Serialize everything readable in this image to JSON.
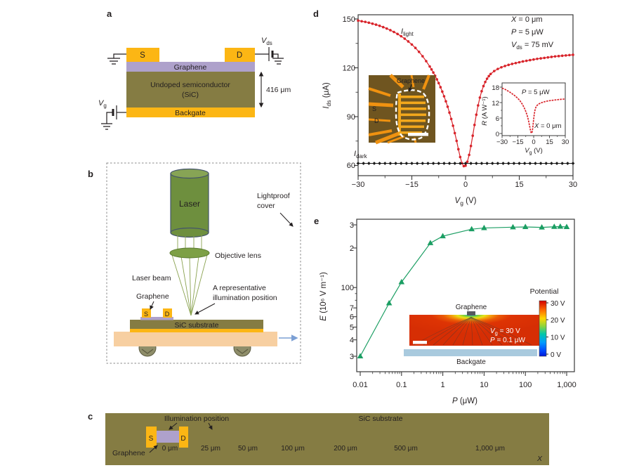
{
  "panels": {
    "a": {
      "label": "a",
      "s": "S",
      "d": "D",
      "graphene": "Graphene",
      "semiconductor_line1": "Undoped semiconductor",
      "semiconductor_line2": "(SiC)",
      "backgate": "Backgate",
      "thickness": "416 μm",
      "vds": {
        "pre": "V",
        "sub": "ds"
      },
      "vg": {
        "pre": "V",
        "sub": "g"
      }
    },
    "b": {
      "label": "b",
      "laser": "Laser",
      "objective": "Objective lens",
      "beam": "Laser beam",
      "illum1": "A representative",
      "illum2": "illumination position",
      "lightproof1": "Lightproof",
      "lightproof2": "cover",
      "graphene": "Graphene",
      "s": "S",
      "d": "D",
      "substrate": "SiC substrate"
    },
    "c": {
      "label": "c",
      "illumination": "Illumination position",
      "substrate": "SiC substrate",
      "graphene": "Graphene",
      "s": "S",
      "d": "D",
      "positions": [
        "0 μm",
        "25 μm",
        "50 μm",
        "100 μm",
        "200 μm",
        "500 μm",
        "1,000 μm"
      ],
      "axis": "X"
    },
    "d": {
      "label": "d",
      "ylabel": {
        "pre": "I",
        "sub": "ds",
        "post": " (μA)"
      },
      "xlabel": {
        "pre": "V",
        "sub": "g",
        "post": " (V)"
      },
      "yticks": [
        "60",
        "90",
        "120",
        "150"
      ],
      "xticks": [
        "−30",
        "−15",
        "0",
        "15",
        "30"
      ],
      "ann1": {
        "pre": "X",
        "post": " = 0 μm"
      },
      "ann2": {
        "pre": "P",
        "post": " = 5 μW"
      },
      "ann3": {
        "pre": "V",
        "sub": "ds",
        "post": " = 75 mV"
      },
      "ilight": {
        "pre": "I",
        "sub": "light"
      },
      "idark": {
        "pre": "I",
        "sub": "dark"
      },
      "micro": {
        "graphene": "Graphene",
        "s": "S",
        "d": "D"
      },
      "inset": {
        "ylabel_pre": "R",
        "ylabel_post": " (A W⁻¹)",
        "yticks": [
          "0",
          "6",
          "12",
          "18"
        ],
        "xticks": [
          "−30",
          "−15",
          "0",
          "15",
          "30"
        ],
        "xlabel": {
          "pre": "V",
          "sub": "g",
          "post": " (V)"
        },
        "p": {
          "pre": "P",
          "post": " = 5 μW"
        },
        "x": {
          "pre": "X",
          "post": " = 0 μm"
        }
      }
    },
    "e": {
      "label": "e",
      "ylabel": {
        "pre": "E",
        "post": " (10⁶ V m⁻¹)"
      },
      "yticks": [
        "3",
        "2",
        "100",
        "7",
        "6",
        "5",
        "4",
        "3"
      ],
      "xticks": [
        "0.01",
        "0.1",
        "1",
        "10",
        "100",
        "1,000"
      ],
      "xlabel": {
        "pre": "P",
        "post": " (μW)"
      },
      "inset": {
        "potential": "Potential",
        "cbar_ticks": [
          "30 V",
          "20 V",
          "10 V",
          "0 V"
        ],
        "graphene": "Graphene",
        "backgate": "Backgate",
        "vg": {
          "pre": "V",
          "sub": "g",
          "post": " = 30 V"
        },
        "p": {
          "pre": "P",
          "post": " = 0.1 μW"
        }
      }
    }
  },
  "colors": {
    "gold": "#fcb614",
    "graphene_purple": "#aea1cb",
    "sic_olive": "#857c43",
    "red_curve": "#d8232a",
    "dark_marker": "#1a1a1a",
    "green_series": "#1b9e63",
    "laser_green": "#6e8f3e",
    "stage_peach": "#f7cfa1",
    "backgate_blue": "#a9cade",
    "orange_electrode": "#f09210",
    "micro_bg": "#6f5520"
  },
  "chart_data": [
    {
      "panel": "d",
      "type": "scatter",
      "title": "",
      "xlabel": "V_g (V)",
      "ylabel": "I_ds (μA)",
      "xlim": [
        -30,
        30
      ],
      "ylim": [
        54,
        152
      ],
      "annotations": [
        "X = 0 μm",
        "P = 5 μW",
        "V_ds = 75 mV"
      ],
      "series": [
        {
          "name": "I_light",
          "color": "#d8232a",
          "marker": "circle",
          "x": [
            -30,
            -29,
            -28,
            -27,
            -26,
            -25,
            -24,
            -23,
            -22,
            -21,
            -20,
            -19,
            -18,
            -17,
            -16,
            -15,
            -14,
            -13,
            -12,
            -11,
            -10,
            -9.5,
            -9,
            -8.5,
            -8,
            -7.5,
            -7,
            -6.5,
            -6,
            -5.5,
            -5,
            -4.5,
            -4,
            -3.5,
            -3,
            -2.5,
            -2,
            -1.5,
            -1,
            -0.5,
            0,
            0.5,
            1,
            1.5,
            2,
            2.5,
            3,
            3.5,
            4,
            4.5,
            5,
            5.5,
            6,
            6.5,
            7,
            8,
            9,
            10,
            11,
            12,
            13,
            14,
            15,
            16,
            17,
            18,
            19,
            20,
            21,
            22,
            23,
            24,
            25,
            26,
            27,
            28,
            29,
            30
          ],
          "y": [
            149,
            148.6,
            148.2,
            147.7,
            147.1,
            146.5,
            145.8,
            145,
            144.1,
            143.1,
            142,
            140.8,
            139.4,
            137.9,
            136.2,
            134.3,
            132.2,
            129.8,
            127.1,
            124.1,
            120.8,
            119,
            117.1,
            115.1,
            112.9,
            110.6,
            108.1,
            105.4,
            102.5,
            99.4,
            96.1,
            92.5,
            88.6,
            84.4,
            79.9,
            75.1,
            70,
            65.2,
            61.4,
            59.6,
            59.9,
            62.3,
            66.5,
            72,
            78.3,
            84.9,
            91.2,
            96.9,
            101.7,
            105.6,
            108.8,
            111.3,
            113.3,
            114.9,
            116.2,
            118,
            119.3,
            120.3,
            121.1,
            121.8,
            122.4,
            122.9,
            123.4,
            123.9,
            124.3,
            124.7,
            125.1,
            125.5,
            125.8,
            126.1,
            126.4,
            126.7,
            127,
            127.2,
            127.4,
            127.6,
            127.8,
            128
          ]
        },
        {
          "name": "I_dark",
          "color": "#1a1a1a",
          "marker": "diamond",
          "x": [
            -30,
            -28.5,
            -27,
            -25.5,
            -24,
            -22.5,
            -21,
            -19.5,
            -18,
            -16.5,
            -15,
            -13.5,
            -12,
            -10.5,
            -9,
            -7.5,
            -6,
            -4.5,
            -3,
            -1.5,
            0,
            1.5,
            3,
            4.5,
            6,
            7.5,
            9,
            10.5,
            12,
            13.5,
            15,
            16.5,
            18,
            19.5,
            21,
            22.5,
            24,
            25.5,
            27,
            28.5,
            30
          ],
          "y": [
            61.3,
            61.3,
            61.3,
            61.3,
            61.3,
            61.3,
            61.3,
            61.3,
            61.3,
            61.3,
            61.3,
            61.3,
            61.3,
            61.3,
            61.3,
            61.3,
            61.3,
            61.3,
            61.3,
            61.3,
            61.3,
            61.3,
            61.3,
            61.3,
            61.3,
            61.3,
            61.3,
            61.3,
            61.3,
            61.3,
            61.3,
            61.3,
            61.3,
            61.3,
            61.3,
            61.3,
            61.3,
            61.3,
            61.3,
            61.3,
            61.3
          ]
        }
      ]
    },
    {
      "panel": "d-inset",
      "type": "line",
      "xlabel": "V_g (V)",
      "ylabel": "R (A W⁻¹)",
      "xlim": [
        -30,
        30
      ],
      "ylim": [
        -0.6,
        18
      ],
      "labels": [
        "P = 5 μW",
        "X = 0 μm"
      ],
      "color": "#d8232a",
      "x": [
        -30,
        -28,
        -26,
        -24,
        -22,
        -20,
        -18,
        -16,
        -15,
        -14,
        -13,
        -12,
        -11,
        -10,
        -9,
        -8,
        -7,
        -6,
        -5,
        -4.5,
        -4,
        -3.5,
        -3,
        -2.5,
        -2,
        -1.5,
        -1,
        -0.5,
        0,
        0.5,
        1,
        1.5,
        2,
        3,
        4,
        5,
        7,
        10,
        13,
        16,
        20,
        24,
        27,
        30
      ],
      "y": [
        17.6,
        17.3,
        16.9,
        16.4,
        15.9,
        15.3,
        14.7,
        14,
        13.6,
        13.2,
        12.7,
        12.1,
        11.5,
        10.8,
        10,
        9.1,
        8,
        6.8,
        5.2,
        4.2,
        3.2,
        2.2,
        1.2,
        0.4,
        0.1,
        0.5,
        1.8,
        3.6,
        5.6,
        7.3,
        8.6,
        9.5,
        10.1,
        10.8,
        11.2,
        11.5,
        11.9,
        12.3,
        12.6,
        12.8,
        13,
        13.2,
        13.3,
        13.4
      ]
    },
    {
      "panel": "e",
      "type": "scatter",
      "xlabel": "P (μW)",
      "ylabel": "E (10⁶ V m⁻¹)",
      "xscale": "log",
      "yscale": "log",
      "xlim": [
        0.01,
        1000
      ],
      "ylim": [
        23,
        330
      ],
      "color": "#1b9e63",
      "marker": "triangle",
      "x": [
        0.01,
        0.05,
        0.1,
        0.5,
        1,
        5,
        10,
        50,
        100,
        250,
        500,
        700,
        1000
      ],
      "y": [
        30,
        76,
        110,
        218,
        246,
        278,
        284,
        288,
        289,
        287,
        290,
        291,
        289
      ],
      "inset": {
        "title": "Potential",
        "colorbar": {
          "ticks": [
            "30 V",
            "20 V",
            "10 V",
            "0 V"
          ],
          "top_color": "#d40000",
          "bottom_color": "#0018d8"
        },
        "conditions": [
          "V_g = 30 V",
          "P = 0.1 μW"
        ]
      }
    }
  ]
}
